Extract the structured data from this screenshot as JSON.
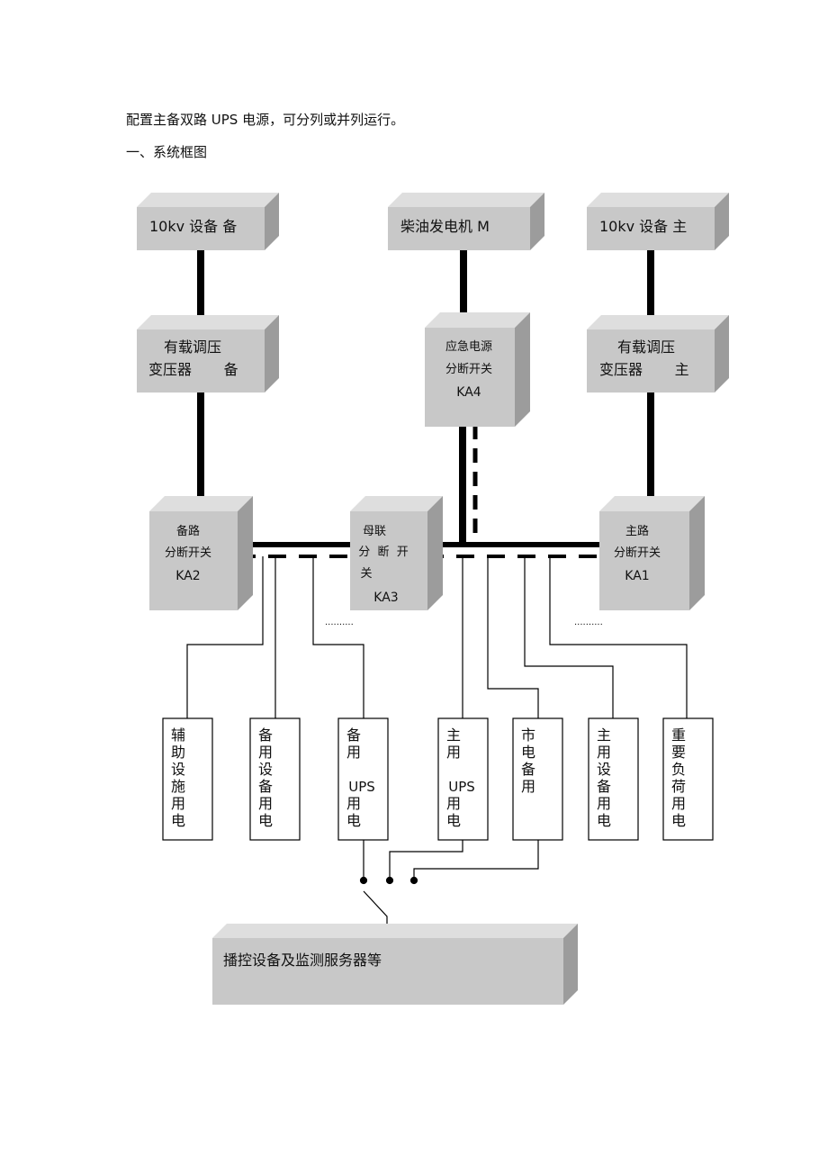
{
  "intro": "配置主备双路  UPS 电源，可分列或并列运行。",
  "section_title": "一、系统框图",
  "colors": {
    "box_front": "#c8c8c8",
    "box_top": "#dedede",
    "box_side": "#9c9c9c",
    "line": "#000000"
  },
  "sources": {
    "backup_10kv": "10kv 设备  备",
    "diesel": "柴油发电机  M",
    "main_10kv": "10kv 设备  主"
  },
  "transformers": {
    "backup": [
      "有载调压",
      "变压器       备"
    ],
    "emergency": [
      "应急电源",
      "分断开关",
      "KA4"
    ],
    "main": [
      "有载调压",
      "变压器       主"
    ]
  },
  "switches": {
    "ka2": [
      "备路",
      "分断开关",
      "KA2"
    ],
    "ka3": [
      "母联",
      "分  断  开",
      "关",
      "KA3"
    ],
    "ka1": [
      "主路",
      "分断开关",
      "KA1"
    ]
  },
  "ellipsis": "··········",
  "loads": [
    [
      "辅",
      "助",
      "设",
      "施",
      "用",
      "电"
    ],
    [
      "备",
      "用",
      "设",
      "备",
      "用",
      "电"
    ],
    [
      "备",
      "用",
      "",
      "UPS",
      "用",
      "电"
    ],
    [
      "主",
      "用",
      "",
      "UPS",
      "用",
      "电"
    ],
    [
      "市",
      "电",
      "备",
      "用"
    ],
    [
      "主",
      "用",
      "设",
      "备",
      "用",
      "电"
    ],
    [
      "重",
      "要",
      "负",
      "荷",
      "用",
      "电"
    ]
  ],
  "server": "播控设备及监测服务器等"
}
